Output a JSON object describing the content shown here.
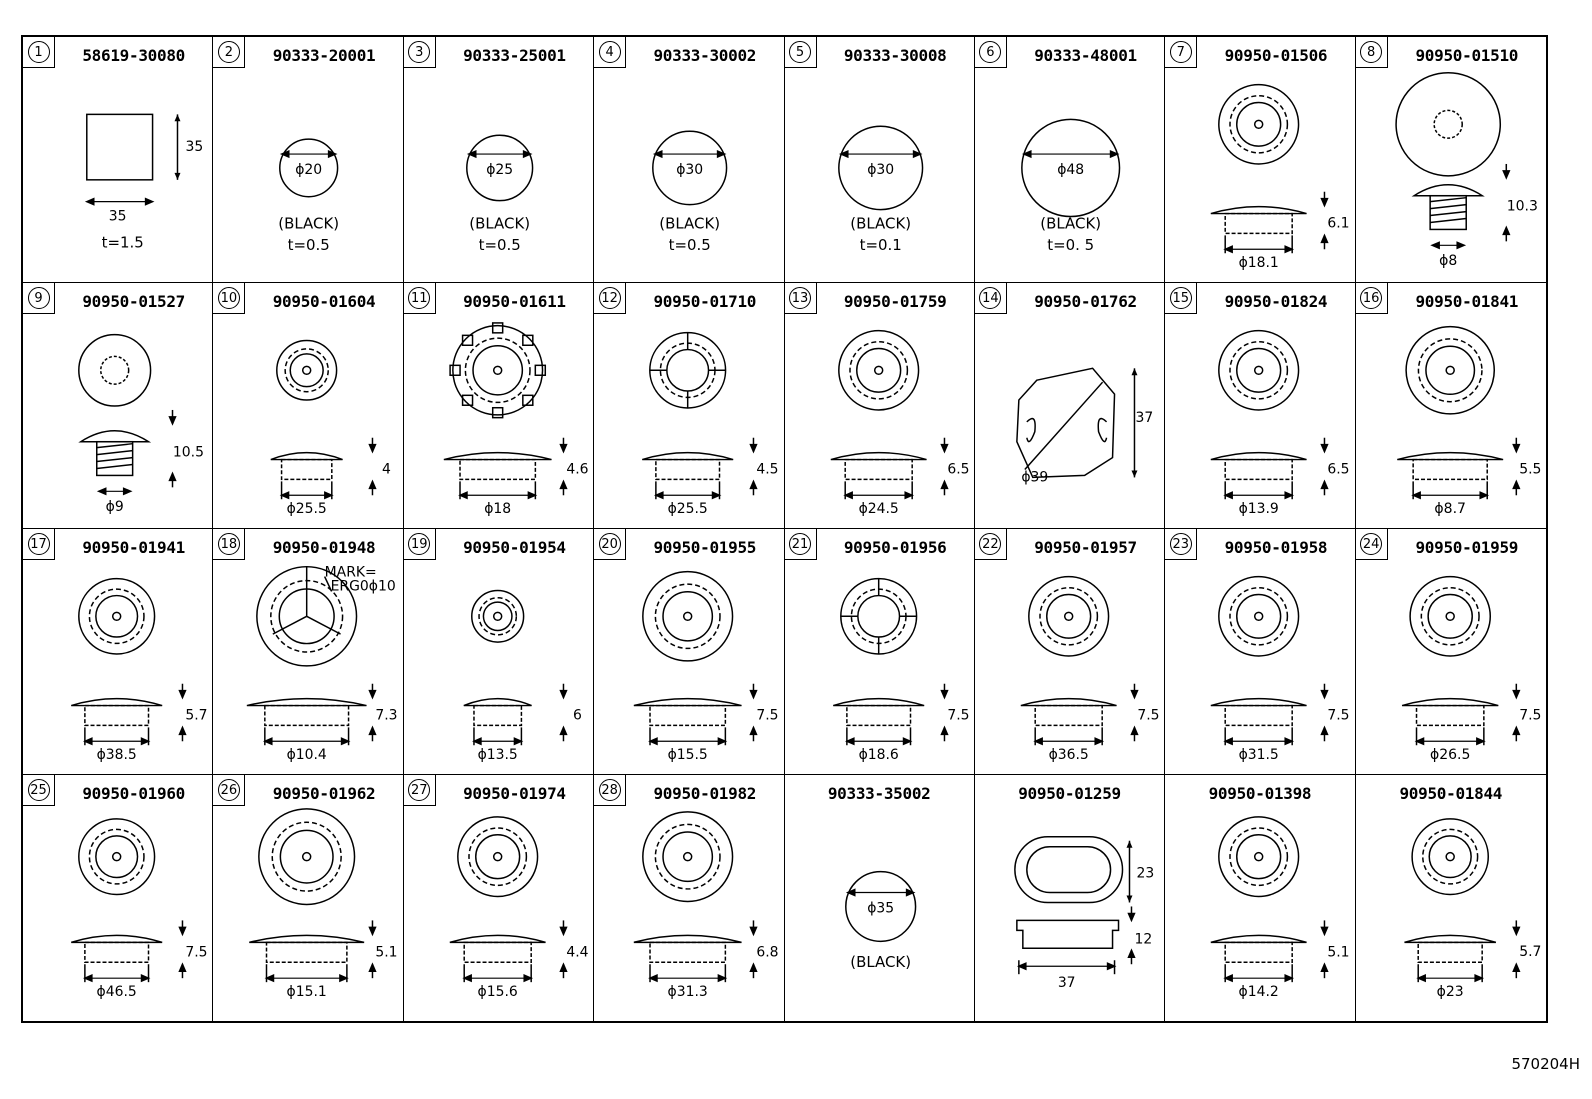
{
  "drawing_number": "570204H",
  "parts": [
    {
      "index": "1",
      "part_number": "58619-30080",
      "shape": "square",
      "dims": [
        "35",
        "35"
      ],
      "notes": [
        "t=1.5"
      ]
    },
    {
      "index": "2",
      "part_number": "90333-20001",
      "shape": "disc",
      "dims": [
        "ϕ20"
      ],
      "notes": [
        "(BLACK)",
        "t=0.5"
      ]
    },
    {
      "index": "3",
      "part_number": "90333-25001",
      "shape": "disc",
      "dims": [
        "ϕ25"
      ],
      "notes": [
        "(BLACK)",
        "t=0.5"
      ]
    },
    {
      "index": "4",
      "part_number": "90333-30002",
      "shape": "disc",
      "dims": [
        "ϕ30"
      ],
      "notes": [
        "(BLACK)",
        "t=0.5"
      ]
    },
    {
      "index": "5",
      "part_number": "90333-30008",
      "shape": "disc",
      "dims": [
        "ϕ30"
      ],
      "notes": [
        "(BLACK)",
        "t=0.1"
      ]
    },
    {
      "index": "6",
      "part_number": "90333-48001",
      "shape": "disc",
      "dims": [
        "ϕ48"
      ],
      "notes": [
        "(BLACK)",
        "t=0. 5"
      ]
    },
    {
      "index": "7",
      "part_number": "90950-01506",
      "shape": "grommet",
      "dims": [
        "ϕ18.1",
        "6.1"
      ],
      "notes": []
    },
    {
      "index": "8",
      "part_number": "90950-01510",
      "shape": "plug",
      "dims": [
        "ϕ8",
        "10.3"
      ],
      "notes": []
    },
    {
      "index": "9",
      "part_number": "90950-01527",
      "shape": "plug",
      "dims": [
        "ϕ9",
        "10.5"
      ],
      "notes": []
    },
    {
      "index": "10",
      "part_number": "90950-01604",
      "shape": "grommet",
      "dims": [
        "ϕ25.5",
        "4"
      ],
      "notes": []
    },
    {
      "index": "11",
      "part_number": "90950-01611",
      "shape": "gear-grommet",
      "dims": [
        "ϕ18",
        "4.6"
      ],
      "notes": []
    },
    {
      "index": "12",
      "part_number": "90950-01710",
      "shape": "slotted-grommet",
      "dims": [
        "ϕ25.5",
        "4.5"
      ],
      "notes": []
    },
    {
      "index": "13",
      "part_number": "90950-01759",
      "shape": "grommet",
      "dims": [
        "ϕ24.5",
        "6.5"
      ],
      "notes": []
    },
    {
      "index": "14",
      "part_number": "90950-01762",
      "shape": "octagon",
      "dims": [
        "ϕ39",
        "37"
      ],
      "notes": []
    },
    {
      "index": "15",
      "part_number": "90950-01824",
      "shape": "grommet",
      "dims": [
        "ϕ13.9",
        "6.5"
      ],
      "notes": []
    },
    {
      "index": "16",
      "part_number": "90950-01841",
      "shape": "grommet",
      "dims": [
        "ϕ8.7",
        "5.5"
      ],
      "notes": []
    },
    {
      "index": "17",
      "part_number": "90950-01941",
      "shape": "grommet",
      "dims": [
        "ϕ38.5",
        "5.7"
      ],
      "notes": []
    },
    {
      "index": "18",
      "part_number": "90950-01948",
      "shape": "marked-grommet",
      "dims": [
        "ϕ10.4",
        "7.3"
      ],
      "notes": [
        "MARK=",
        "ERG0ϕ10"
      ]
    },
    {
      "index": "19",
      "part_number": "90950-01954",
      "shape": "grommet",
      "dims": [
        "ϕ13.5",
        "6"
      ],
      "notes": []
    },
    {
      "index": "20",
      "part_number": "90950-01955",
      "shape": "grommet",
      "dims": [
        "ϕ15.5",
        "7.5"
      ],
      "notes": []
    },
    {
      "index": "21",
      "part_number": "90950-01956",
      "shape": "slotted-grommet",
      "dims": [
        "ϕ18.6",
        "7.5"
      ],
      "notes": []
    },
    {
      "index": "22",
      "part_number": "90950-01957",
      "shape": "grommet",
      "dims": [
        "ϕ36.5",
        "7.5"
      ],
      "notes": []
    },
    {
      "index": "23",
      "part_number": "90950-01958",
      "shape": "grommet",
      "dims": [
        "ϕ31.5",
        "7.5"
      ],
      "notes": []
    },
    {
      "index": "24",
      "part_number": "90950-01959",
      "shape": "grommet",
      "dims": [
        "ϕ26.5",
        "7.5"
      ],
      "notes": []
    },
    {
      "index": "25",
      "part_number": "90950-01960",
      "shape": "grommet",
      "dims": [
        "ϕ46.5",
        "7.5"
      ],
      "notes": []
    },
    {
      "index": "26",
      "part_number": "90950-01962",
      "shape": "grommet",
      "dims": [
        "ϕ15.1",
        "5.1"
      ],
      "notes": []
    },
    {
      "index": "27",
      "part_number": "90950-01974",
      "shape": "grommet",
      "dims": [
        "ϕ15.6",
        "4.4"
      ],
      "notes": []
    },
    {
      "index": "28",
      "part_number": "90950-01982",
      "shape": "grommet",
      "dims": [
        "ϕ31.3",
        "6.8"
      ],
      "notes": []
    },
    {
      "index": "",
      "part_number": "90333-35002",
      "shape": "disc",
      "dims": [
        "ϕ35"
      ],
      "notes": [
        "(BLACK)"
      ]
    },
    {
      "index": "",
      "part_number": "90950-01259",
      "shape": "oval",
      "dims": [
        "37",
        "23",
        "12"
      ],
      "notes": []
    },
    {
      "index": "",
      "part_number": "90950-01398",
      "shape": "grommet",
      "dims": [
        "ϕ14.2",
        "5.1"
      ],
      "notes": []
    },
    {
      "index": "",
      "part_number": "90950-01844",
      "shape": "grommet",
      "dims": [
        "ϕ23",
        "5.7"
      ],
      "notes": []
    }
  ]
}
